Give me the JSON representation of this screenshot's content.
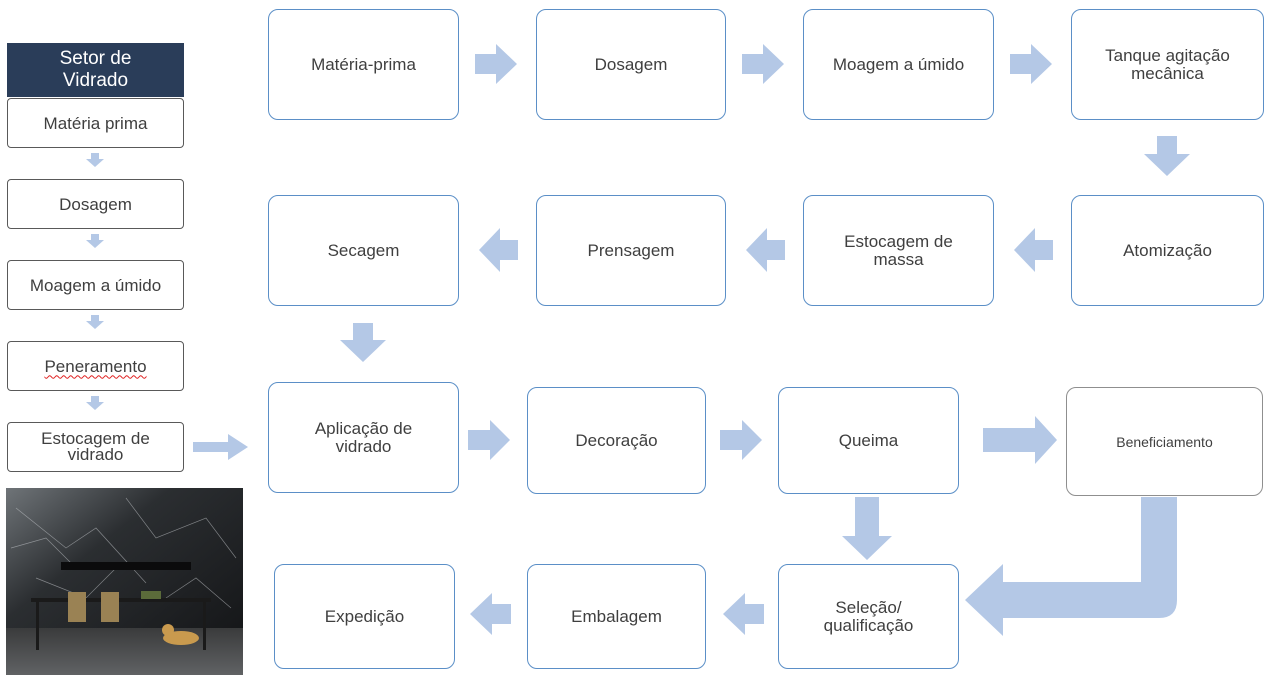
{
  "sidebar": {
    "header": "Setor de\nVidrado",
    "steps": [
      "Matéria prima",
      "Dosagem",
      "Moagem a úmido",
      "Peneramento",
      "Estocagem de\nvidrado"
    ]
  },
  "flow": {
    "row1": [
      "Matéria-prima",
      "Dosagem",
      "Moagem a úmido",
      "Tanque agitação\nmecânica"
    ],
    "row2": [
      "Secagem",
      "Prensagem",
      "Estocagem de\nmassa",
      "Atomização"
    ],
    "row3": [
      "Aplicação de\nvidrado",
      "Decoração",
      "Queima",
      "Beneficiamento"
    ],
    "row4": [
      "Expedição",
      "Embalagem",
      "Seleção/\nqualificação"
    ]
  },
  "colors": {
    "node_border": "#5b8fc7",
    "arrow_fill": "#b4c8e6",
    "sidebar_header_bg": "#2a3d59",
    "sidebar_border": "#595959"
  },
  "photo": {
    "icon": "showroom-photo"
  }
}
